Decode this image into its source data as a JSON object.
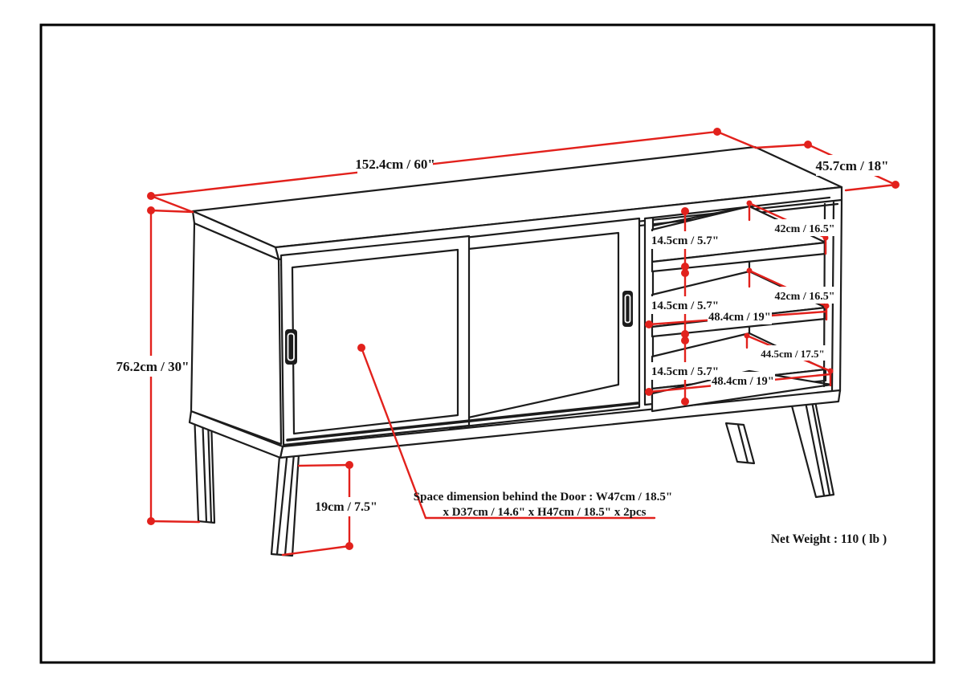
{
  "labels": {
    "overall_width": "152.4cm / 60\"",
    "overall_depth": "45.7cm / 18\"",
    "overall_height": "76.2cm / 30\"",
    "leg_height": "19cm / 7.5\"",
    "shelf_clearance": "14.5cm / 5.7\"",
    "shelf_depth": "42cm / 16.5\"",
    "shelf_width": "48.4cm / 19\"",
    "bottom_shelf_depth": "44.5cm / 17.5\""
  },
  "notes": {
    "door_space_line1": "Space dimension behind the Door : W47cm / 18.5\"",
    "door_space_line2": "x D37cm / 14.6\" x H47cm / 18.5\" x 2pcs",
    "net_weight": "Net Weight : 110 ( lb )"
  },
  "colors": {
    "dimension_red": "#e2211c",
    "outline_black": "#1c1c1c"
  }
}
